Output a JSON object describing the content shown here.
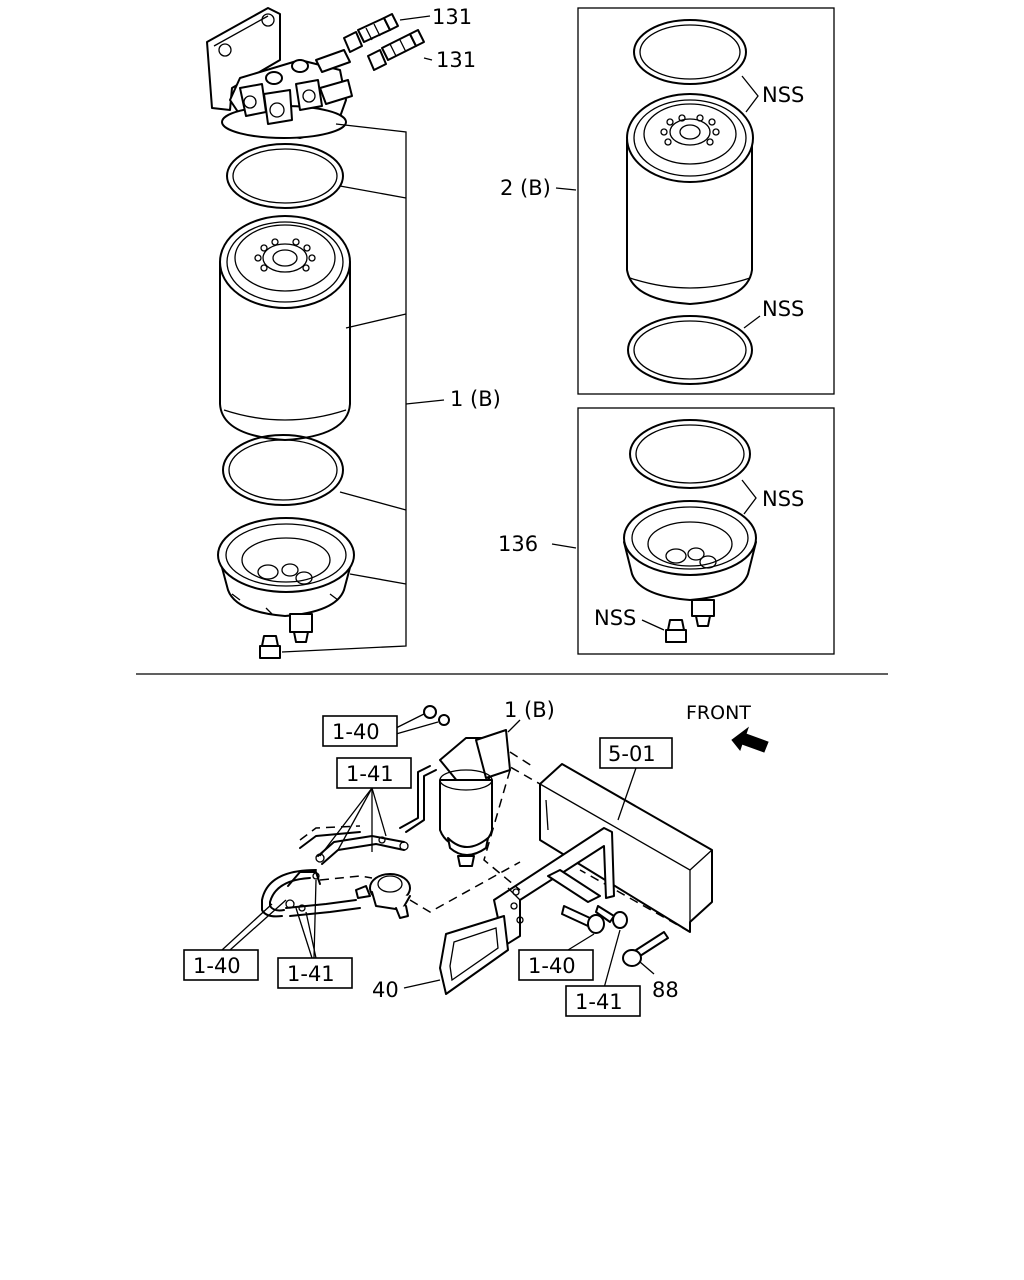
{
  "labels": {
    "l131a": "131",
    "l131b": "131",
    "l1b_top": "1 (B)",
    "l2b": "2 (B)",
    "nss1": "NSS",
    "nss2": "NSS",
    "nss3": "NSS",
    "nss4": "NSS",
    "l136": "136",
    "l1b_bottom": "1 (B)",
    "front": "FRONT",
    "l40": "40",
    "l88": "88"
  },
  "ref_boxes": {
    "r501": "5-01",
    "r140_top": "1-40",
    "r141_top": "1-41",
    "r140_left": "1-40",
    "r141_left": "1-41",
    "r140_right": "1-40",
    "r141_right": "1-41"
  },
  "icons": {
    "front_arrow": "arrow-pointing-front-icon"
  }
}
